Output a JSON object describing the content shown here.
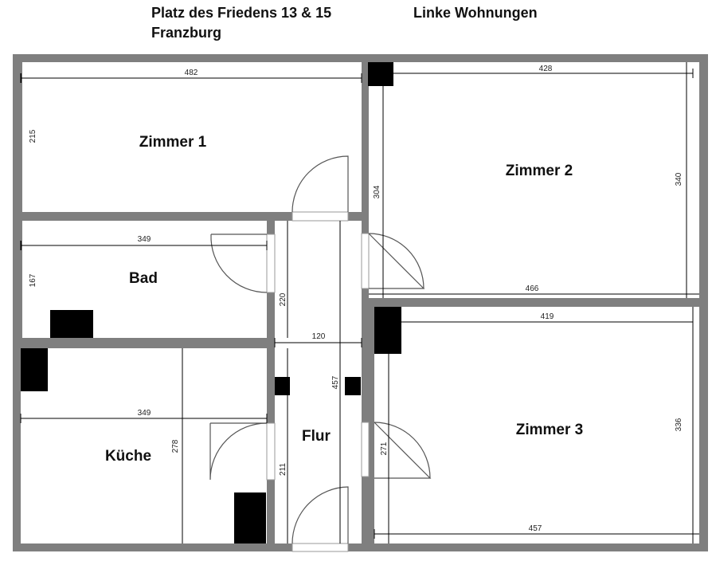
{
  "header": {
    "address_line1": "Platz des Friedens 13 & 15",
    "address_line2": "Franzburg",
    "section": "Linke Wohnungen"
  },
  "rooms": {
    "zimmer1": "Zimmer 1",
    "zimmer2": "Zimmer 2",
    "zimmer3": "Zimmer 3",
    "bad": "Bad",
    "kueche": "Küche",
    "flur": "Flur"
  },
  "dimensions": {
    "zimmer1_width": "482",
    "zimmer1_height": "215",
    "zimmer2_width_top": "428",
    "zimmer2_width_bottom": "466",
    "zimmer2_height_left": "304",
    "zimmer2_height_right": "340",
    "bad_width": "349",
    "bad_height": "167",
    "kueche_width": "349",
    "kueche_height": "278",
    "flur_width": "120",
    "flur_upper_height": "220",
    "flur_length": "457",
    "flur_lower_height": "211",
    "zimmer3_width_top": "419",
    "zimmer3_width_bottom": "457",
    "zimmer3_height_left": "271",
    "zimmer3_height_right": "336"
  },
  "colors": {
    "wall": "#7f7f7f",
    "fixture": "#000000",
    "door_line": "#555555"
  }
}
